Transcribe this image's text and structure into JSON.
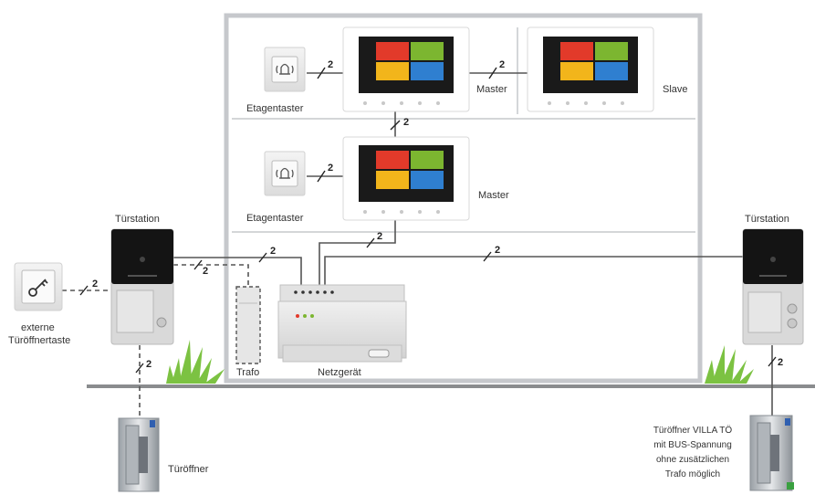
{
  "labels": {
    "etagentaster_top": "Etagentaster",
    "etagentaster_mid": "Etagentaster",
    "master_top": "Master",
    "slave": "Slave",
    "master_mid": "Master",
    "tuerstation_left": "Türstation",
    "tuerstation_right": "Türstation",
    "externe": "externe",
    "tueroeffnertaste": "Türöffnertaste",
    "trafo": "Trafo",
    "netzgeraet": "Netzgerät",
    "tueroeffner": "Türöffner",
    "villa_note": [
      "Türöffner VILLA TÖ",
      "mit BUS-Spannung",
      "ohne zusätzlichen",
      "Trafo möglich"
    ]
  },
  "wire_count": "2",
  "colors": {
    "building_frame": "#c6c8cc",
    "wire": "#555555",
    "ground": "#8a8c8e",
    "grass": "#7cc242",
    "monitor_tile_red": "#e23a2a",
    "monitor_tile_green": "#7cb630",
    "monitor_tile_yellow": "#f2b51b",
    "monitor_tile_blue": "#2f7fd0"
  },
  "icons": {
    "floor_button": "bell-icon",
    "external_button": "key-icon"
  }
}
